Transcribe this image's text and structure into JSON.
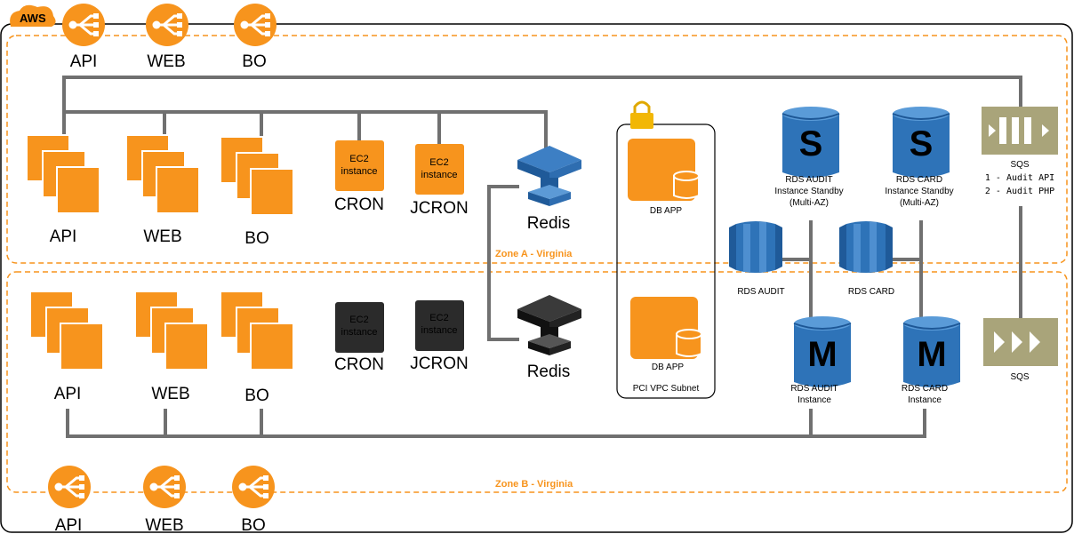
{
  "cloud": {
    "label": "AWS"
  },
  "zones": {
    "a": "Zone A - Virginia",
    "b": "Zone B - Virginia"
  },
  "load_balancers": {
    "top": [
      "API",
      "WEB",
      "BO"
    ],
    "bottom": [
      "API",
      "WEB",
      "BO"
    ]
  },
  "zone_a": {
    "groups": [
      "API",
      "WEB",
      "BO"
    ],
    "ec2": [
      {
        "icon_line1": "EC2",
        "icon_line2": "instance",
        "label": "CRON"
      },
      {
        "icon_line1": "EC2",
        "icon_line2": "instance",
        "label": "JCRON"
      }
    ],
    "redis": "Redis"
  },
  "zone_b": {
    "groups": [
      "API",
      "WEB",
      "BO"
    ],
    "ec2": [
      {
        "icon_line1": "EC2",
        "icon_line2": "instance",
        "label": "CRON"
      },
      {
        "icon_line1": "EC2",
        "icon_line2": "instance",
        "label": "JCRON"
      }
    ],
    "redis": "Redis"
  },
  "pci": {
    "db_top": "DB APP",
    "db_bottom": "DB APP",
    "subnet": "PCI VPC Subnet"
  },
  "rds": {
    "standby_audit": {
      "letter": "S",
      "lines": [
        "RDS AUDIT",
        "Instance Standby",
        "(Multi-AZ)"
      ]
    },
    "standby_card": {
      "letter": "S",
      "lines": [
        "RDS CARD",
        "Instance Standby",
        "(Multi-AZ)"
      ]
    },
    "audit": "RDS AUDIT",
    "card": "RDS CARD",
    "master_audit": {
      "letter": "M",
      "lines": [
        "RDS AUDIT",
        "Instance"
      ]
    },
    "master_card": {
      "letter": "M",
      "lines": [
        "RDS CARD",
        "Instance"
      ]
    }
  },
  "sqs": {
    "top_label": "SQS",
    "top_queues": [
      "1 - Audit API",
      "2 - Audit PHP"
    ],
    "bottom_label": "SQS"
  },
  "colors": {
    "orange": "#f7941d",
    "zone_border": "#f7941d",
    "aws_blue": "#2e73b8",
    "sqs_khaki": "#a9a47a",
    "wire": "#707070"
  }
}
